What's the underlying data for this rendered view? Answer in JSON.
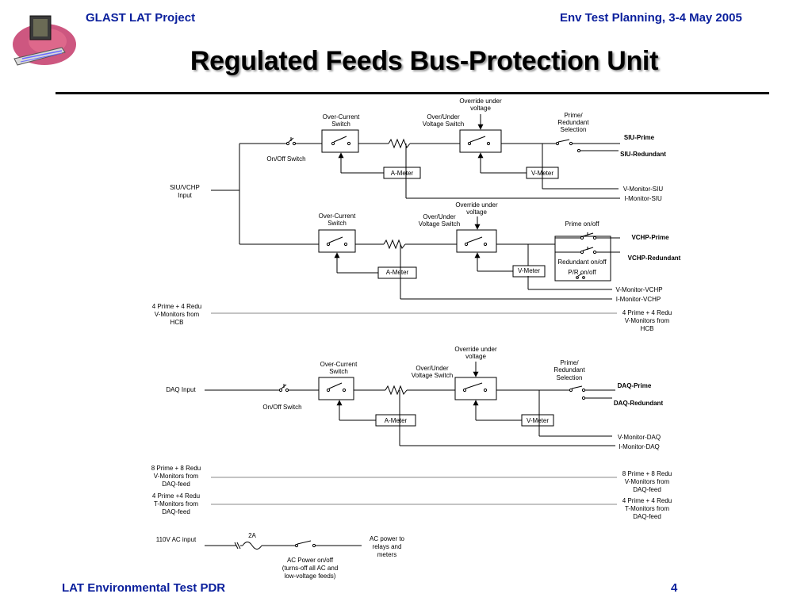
{
  "header": {
    "left": "GLAST LAT Project",
    "right": "Env Test Planning, 3-4 May 2005"
  },
  "title": "Regulated Feeds Bus-Protection Unit",
  "footer": {
    "left": "LAT Environmental Test PDR",
    "page": "4"
  },
  "siu": {
    "input": [
      "SIU/VCHP",
      "Input"
    ],
    "onoff": "On/Off Switch",
    "overcurrent": [
      "Over-Current",
      "Switch"
    ],
    "overunder": [
      "Over/Under",
      "Voltage Switch"
    ],
    "override": [
      "Override under",
      "voltage"
    ],
    "prime_sel": [
      "Prime/",
      "Redundant",
      "Selection"
    ],
    "ameter": "A-Meter",
    "vmeter": "V-Meter",
    "out_prime": "SIU-Prime",
    "out_red": "SIU-Redundant",
    "vmon": "V-Monitor-SIU",
    "imon": "I-Monitor-SIU"
  },
  "vchp": {
    "overcurrent": [
      "Over-Current",
      "Switch"
    ],
    "overunder": [
      "Over/Under",
      "Voltage Switch"
    ],
    "override": [
      "Override under",
      "voltage"
    ],
    "prime_onoff": "Prime on/off",
    "red_onoff": "Redundant on/off",
    "pr_onoff": "P/R on/off",
    "ameter": "A-Meter",
    "vmeter": "V-Meter",
    "out_prime": "VCHP-Prime",
    "out_red": "VCHP-Redundant",
    "vmon": "V-Monitor-VCHP",
    "imon": "I-Monitor-VCHP"
  },
  "hcb": {
    "left": [
      "4 Prime + 4 Redu",
      "V-Monitors from",
      "HCB"
    ],
    "right": [
      "4 Prime + 4 Redu",
      "V-Monitors from",
      "HCB"
    ]
  },
  "daq": {
    "input": "DAQ Input",
    "onoff": "On/Off Switch",
    "overcurrent": [
      "Over-Current",
      "Switch"
    ],
    "overunder": [
      "Over/Under",
      "Voltage Switch"
    ],
    "override": [
      "Override under",
      "voltage"
    ],
    "prime_sel": [
      "Prime/",
      "Redundant",
      "Selection"
    ],
    "ameter": "A-Meter",
    "vmeter": "V-Meter",
    "out_prime": "DAQ-Prime",
    "out_red": "DAQ-Redundant",
    "vmon": "V-Monitor-DAQ",
    "imon": "I-Monitor-DAQ"
  },
  "daqmon": {
    "v_left": [
      "8 Prime + 8 Redu",
      "V-Monitors from",
      "DAQ-feed"
    ],
    "v_right": [
      "8 Prime + 8 Redu",
      "V-Monitors from",
      "DAQ-feed"
    ],
    "t_left": [
      "4  Prime +4 Redu",
      "T-Monitors from",
      "DAQ-feed"
    ],
    "t_right": [
      "4 Prime + 4 Redu",
      "T-Monitors from",
      "DAQ-feed"
    ]
  },
  "ac": {
    "input": "110V AC input",
    "fuse": "2A",
    "power_switch": [
      "AC Power on/off",
      "(turns-off all AC and",
      "low-voltage feeds)"
    ],
    "out": [
      "AC power to",
      "relays and",
      "meters"
    ]
  }
}
